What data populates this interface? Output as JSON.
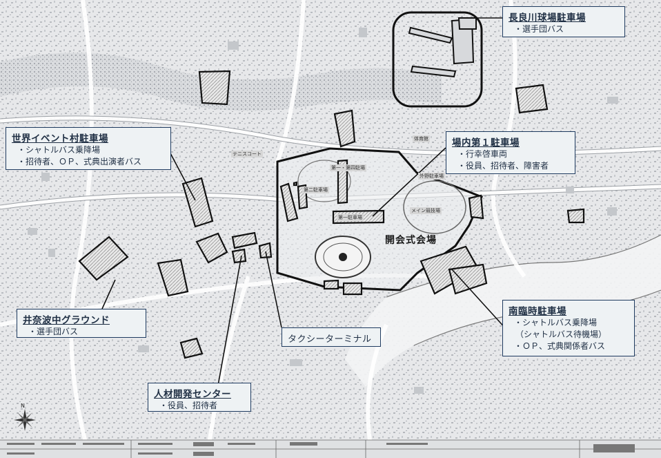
{
  "venue_label": "開会式会場",
  "callouts": {
    "nagaragawa": {
      "title": "長良川球場駐車場",
      "items": [
        "選手団バス"
      ]
    },
    "sekai_event": {
      "title": "世界イベント村駐車場",
      "items": [
        "シャトルバス乗降場",
        "招待者、ＯＰ、式典出演者バス"
      ]
    },
    "jonai_1": {
      "title": "場内第１駐車場",
      "items": [
        "行幸啓車両",
        "役員、招待者、障害者"
      ]
    },
    "inaba": {
      "title": "井奈波中グラウンド",
      "items": [
        "選手団バス"
      ]
    },
    "taxi": {
      "title": "タクシーターミナル"
    },
    "jinzai": {
      "title": "人材開発センター",
      "items": [
        "役員、招待者"
      ]
    },
    "minami": {
      "title": "南臨時駐車場",
      "item1": "シャトルバス乗降場",
      "item2": "（シャトルバス待機場）",
      "item3": "ＯＰ、式典関係者バス"
    }
  },
  "map_tags": [
    "第一・第四駐場",
    "メイン競技場",
    "第二駐車場",
    "第一駐車場",
    "外野駐車場",
    "テニスコート",
    "体育館"
  ],
  "compass_icon": "compass-rose-icon",
  "colors": {
    "callout_border": "#1e3a5f",
    "callout_fill": "#eef2f4",
    "route": "#1a1a1a",
    "map_bg": "#e9eaec"
  }
}
